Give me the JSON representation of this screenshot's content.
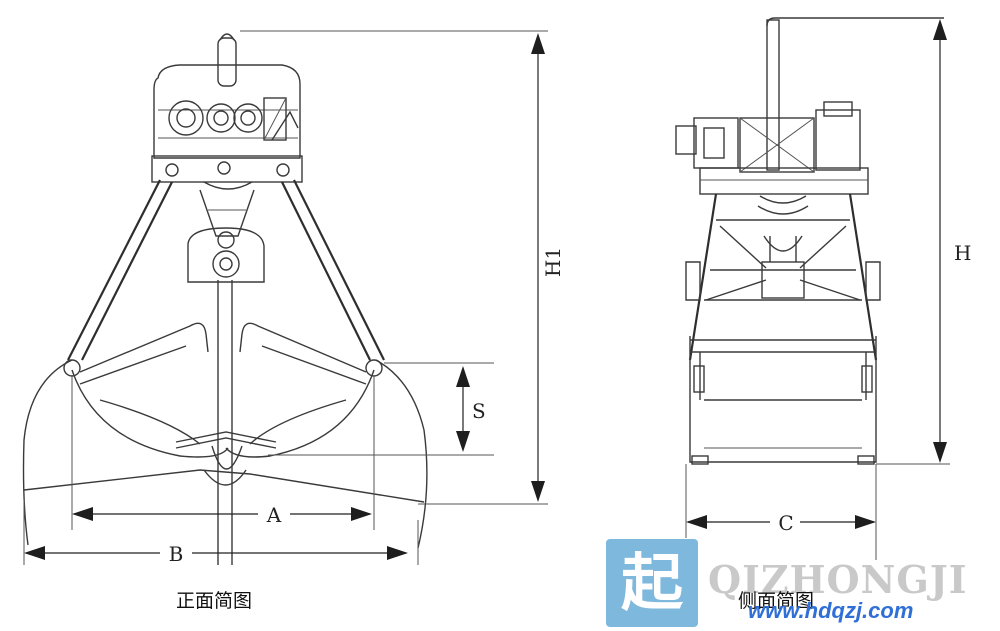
{
  "labels": {
    "h1": "H1",
    "s": "S",
    "a": "A",
    "b": "B",
    "h": "H",
    "c": "C"
  },
  "captions": {
    "front": "正面简图",
    "side": "侧面简图"
  },
  "watermark": {
    "logo_char": "起",
    "brand": "QIZHONGJI",
    "url": "www.hdqzj.com"
  },
  "colors": {
    "line": "#3a3a3a",
    "logo_bg": "#7fb8dd",
    "brand_text": "#c9c9c9",
    "url_text": "#2f6fd6"
  }
}
